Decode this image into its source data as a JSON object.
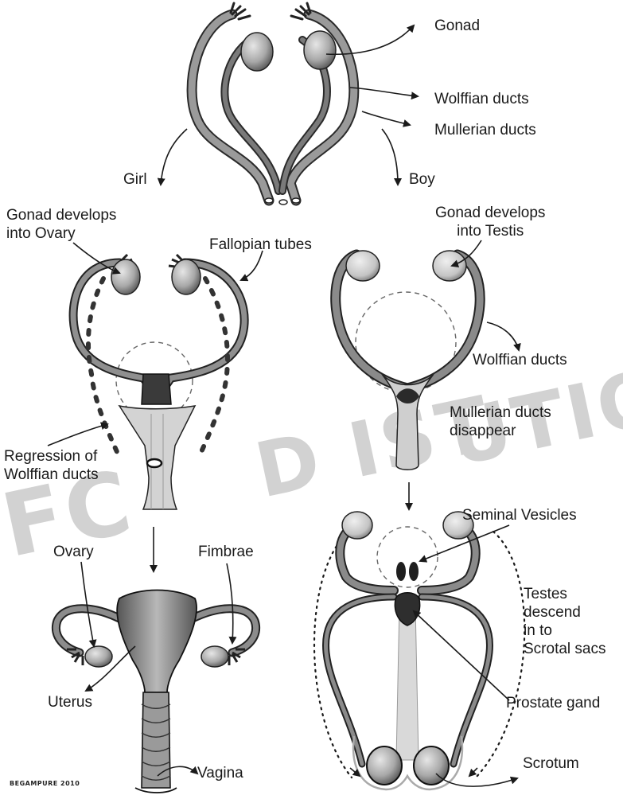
{
  "labels": {
    "gonad": "Gonad",
    "wolffian_ducts_top": "Wolffian ducts",
    "mullerian_ducts_top": "Mullerian ducts",
    "girl": "Girl",
    "boy": "Boy",
    "gonad_ovary_1": "Gonad develops",
    "gonad_ovary_2": "into Ovary",
    "fallopian_tubes": "Fallopian tubes",
    "gonad_testis_1": "Gonad develops",
    "gonad_testis_2": "into Testis",
    "wolffian_ducts_boy": "Wolffian ducts",
    "mullerian_disappear_1": "Mullerian ducts",
    "mullerian_disappear_2": "disappear",
    "regression_1": "Regression of",
    "regression_2": "Wolffian ducts",
    "ovary": "Ovary",
    "fimbrae": "Fimbrae",
    "uterus": "Uterus",
    "vagina": "Vagina",
    "seminal_vesicles": "Seminal Vesicles",
    "testes_descend_1": "Testes",
    "testes_descend_2": "descend",
    "testes_descend_3": "in to",
    "testes_descend_4": "Scrotal sacs",
    "prostate": "Prostate gand",
    "scrotum": "Scrotum"
  },
  "signature": "BEGAMPURE 2010",
  "watermark": {
    "left_text": "FC",
    "center_text": "D IST",
    "right_text": "UTION"
  },
  "colors": {
    "ink": "#1a1a1a",
    "duct": "#8c8c8c",
    "gonad": "#b4b4b4",
    "watermark": "#d2d2d2"
  }
}
